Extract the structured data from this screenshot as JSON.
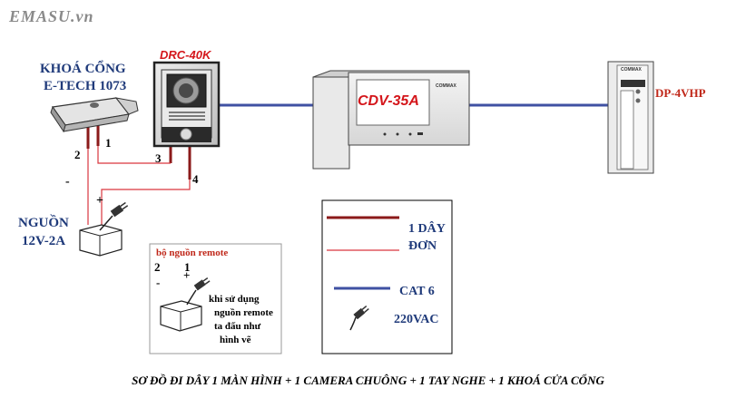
{
  "brand": "EMASU.vn",
  "devices": {
    "door_lock": {
      "line1": "KHOÁ CỔNG",
      "line2": "E-TECH 1073"
    },
    "camera": "DRC-40K",
    "monitor": {
      "screen_text": "CDV-35A",
      "brand_text": "COMMAX"
    },
    "handset": {
      "label": "DP-4VHP",
      "brand_text": "COMMAX"
    },
    "power_supply": {
      "line1": "NGUỒN",
      "line2": "12V-2A"
    }
  },
  "wire_numbers": [
    "1",
    "2",
    "3",
    "4"
  ],
  "polarity": {
    "minus": "-",
    "plus": "+"
  },
  "remote_box": {
    "title": "bộ nguồn remote",
    "numbers": [
      "2",
      "1"
    ],
    "minus": "-",
    "plus": "+",
    "note": [
      "khi sử dụng",
      "nguồn remote",
      "ta đấu như",
      "hình vẽ"
    ]
  },
  "legend": {
    "single_wire_line1": "1 DÂY",
    "single_wire_line2": "ĐƠN",
    "cat6": "CAT 6",
    "ac": "220VAC",
    "colors": {
      "single_wire": "#8b1a1a",
      "thin_wire": "#d9363e",
      "cat6": "#3f51a3"
    }
  },
  "caption": "SƠ ĐỒ ĐI DÂY 1 MÀN HÌNH + 1 CAMERA CHUÔNG + 1 TAY NGHE + 1 KHOÁ CỬA CỔNG"
}
